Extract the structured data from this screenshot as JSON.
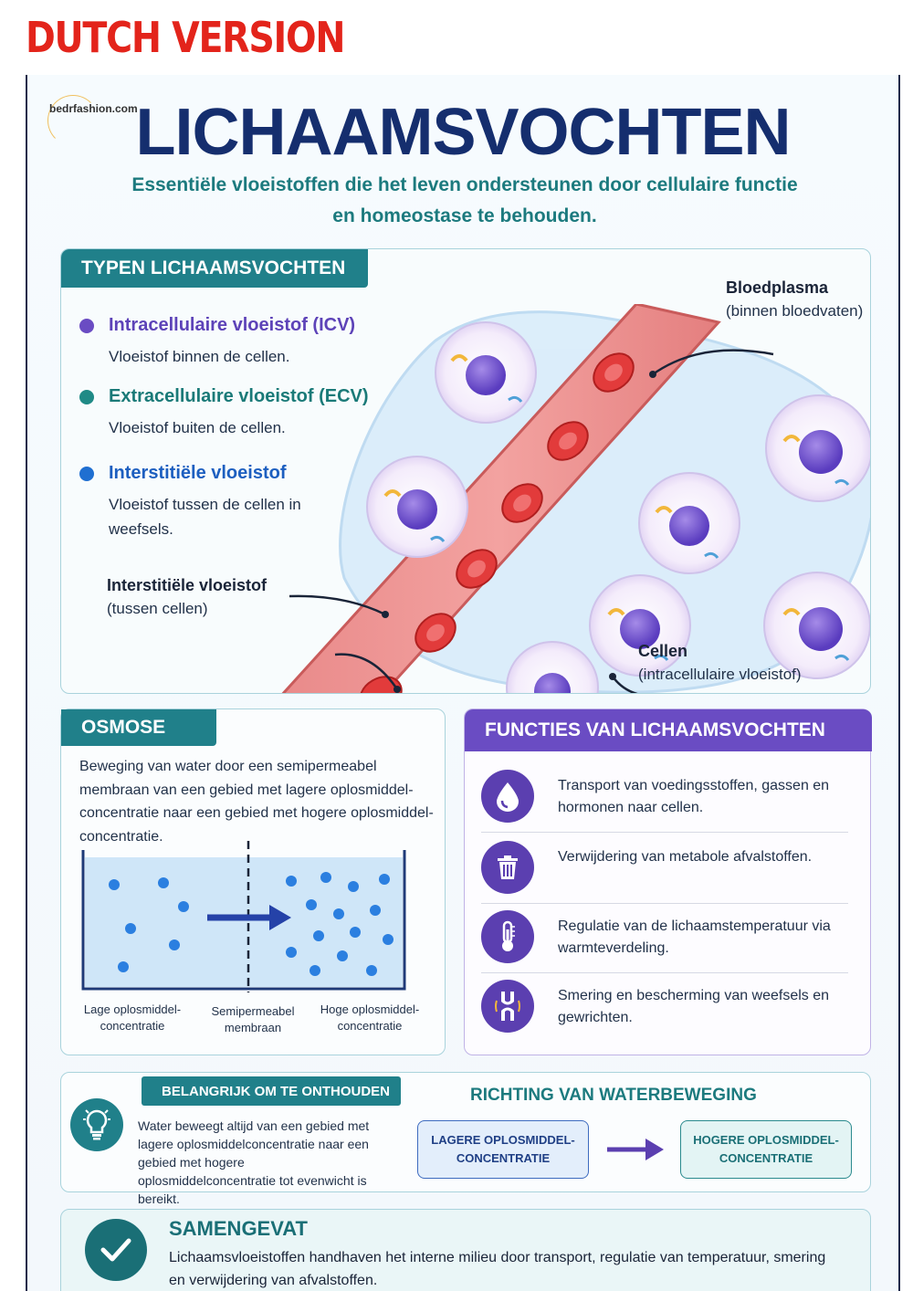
{
  "banner": "DUTCH VERSION",
  "logo": "bedrfashion.com",
  "title": "LICHAAMSVOCHTEN",
  "subtitle": "Essentiële vloeistoffen die het leven ondersteunen door cellulaire functie en homeostase te behouden.",
  "types": {
    "heading": "TYPEN LICHAAMSVOCHTEN",
    "items": [
      {
        "title": "Intracellulaire vloeistof (ICV)",
        "desc": "Vloeistof binnen de cellen.",
        "color": "#6a4cc3"
      },
      {
        "title": "Extracellulaire vloeistof (ECV)",
        "desc": "Vloeistof buiten de cellen.",
        "color": "#1f8a86"
      },
      {
        "title": "Interstitiële vloeistof",
        "desc": "Vloeistof tussen de cellen in weefsels.",
        "color": "#1f6fd1"
      }
    ]
  },
  "callouts": {
    "interstitial_title": "Interstitiële vloeistof",
    "interstitial_sub": "(tussen cellen)",
    "plasma_title": "Bloedplasma",
    "plasma_sub": "(binnen bloedvaten)",
    "cells_title": "Cellen",
    "cells_sub": "(intracellulaire vloeistof)"
  },
  "osmose": {
    "heading": "OSMOSE",
    "text": "Beweging van water door een semipermeabel membraan van een gebied met lagere oplosmiddel-concentratie naar een gebied met hogere oplosmiddel-concentratie.",
    "label_low_1": "Lage oplosmiddel-",
    "label_low_2": "concentratie",
    "label_mem_1": "Semipermeabel",
    "label_mem_2": "membraan",
    "label_high_1": "Hoge oplosmiddel-",
    "label_high_2": "concentratie"
  },
  "functions": {
    "heading": "FUNCTIES VAN LICHAAMSVOCHTEN",
    "items": [
      {
        "icon": "water-drop-icon",
        "text": "Transport van voedingsstoffen, gassen en hormonen naar cellen."
      },
      {
        "icon": "trash-icon",
        "text": "Verwijdering van metabole afvalstoffen."
      },
      {
        "icon": "thermometer-icon",
        "text": "Regulatie van de lichaamstemperatuur via warmteverdeling."
      },
      {
        "icon": "joint-icon",
        "text": "Smering en bescherming van weefsels en gewrichten."
      }
    ]
  },
  "important": {
    "heading": "BELANGRIJK OM TE ONTHOUDEN",
    "text": "Water beweegt altijd van een gebied met lagere oplosmiddelconcentratie naar een gebied met hogere oplosmiddelconcentratie tot evenwicht is bereikt."
  },
  "direction": {
    "heading": "RICHTING VAN WATERBEWEGING",
    "from_1": "LAGERE OPLOSMIDDEL-",
    "from_2": "CONCENTRATIE",
    "to_1": "HOGERE OPLOSMIDDEL-",
    "to_2": "CONCENTRATIE"
  },
  "summary": {
    "heading": "SAMENGEVAT",
    "text": "Lichaamsvloeistoffen handhaven het interne milieu door transport, regulatie van temperatuur, smering en verwijdering van afvalstoffen."
  }
}
